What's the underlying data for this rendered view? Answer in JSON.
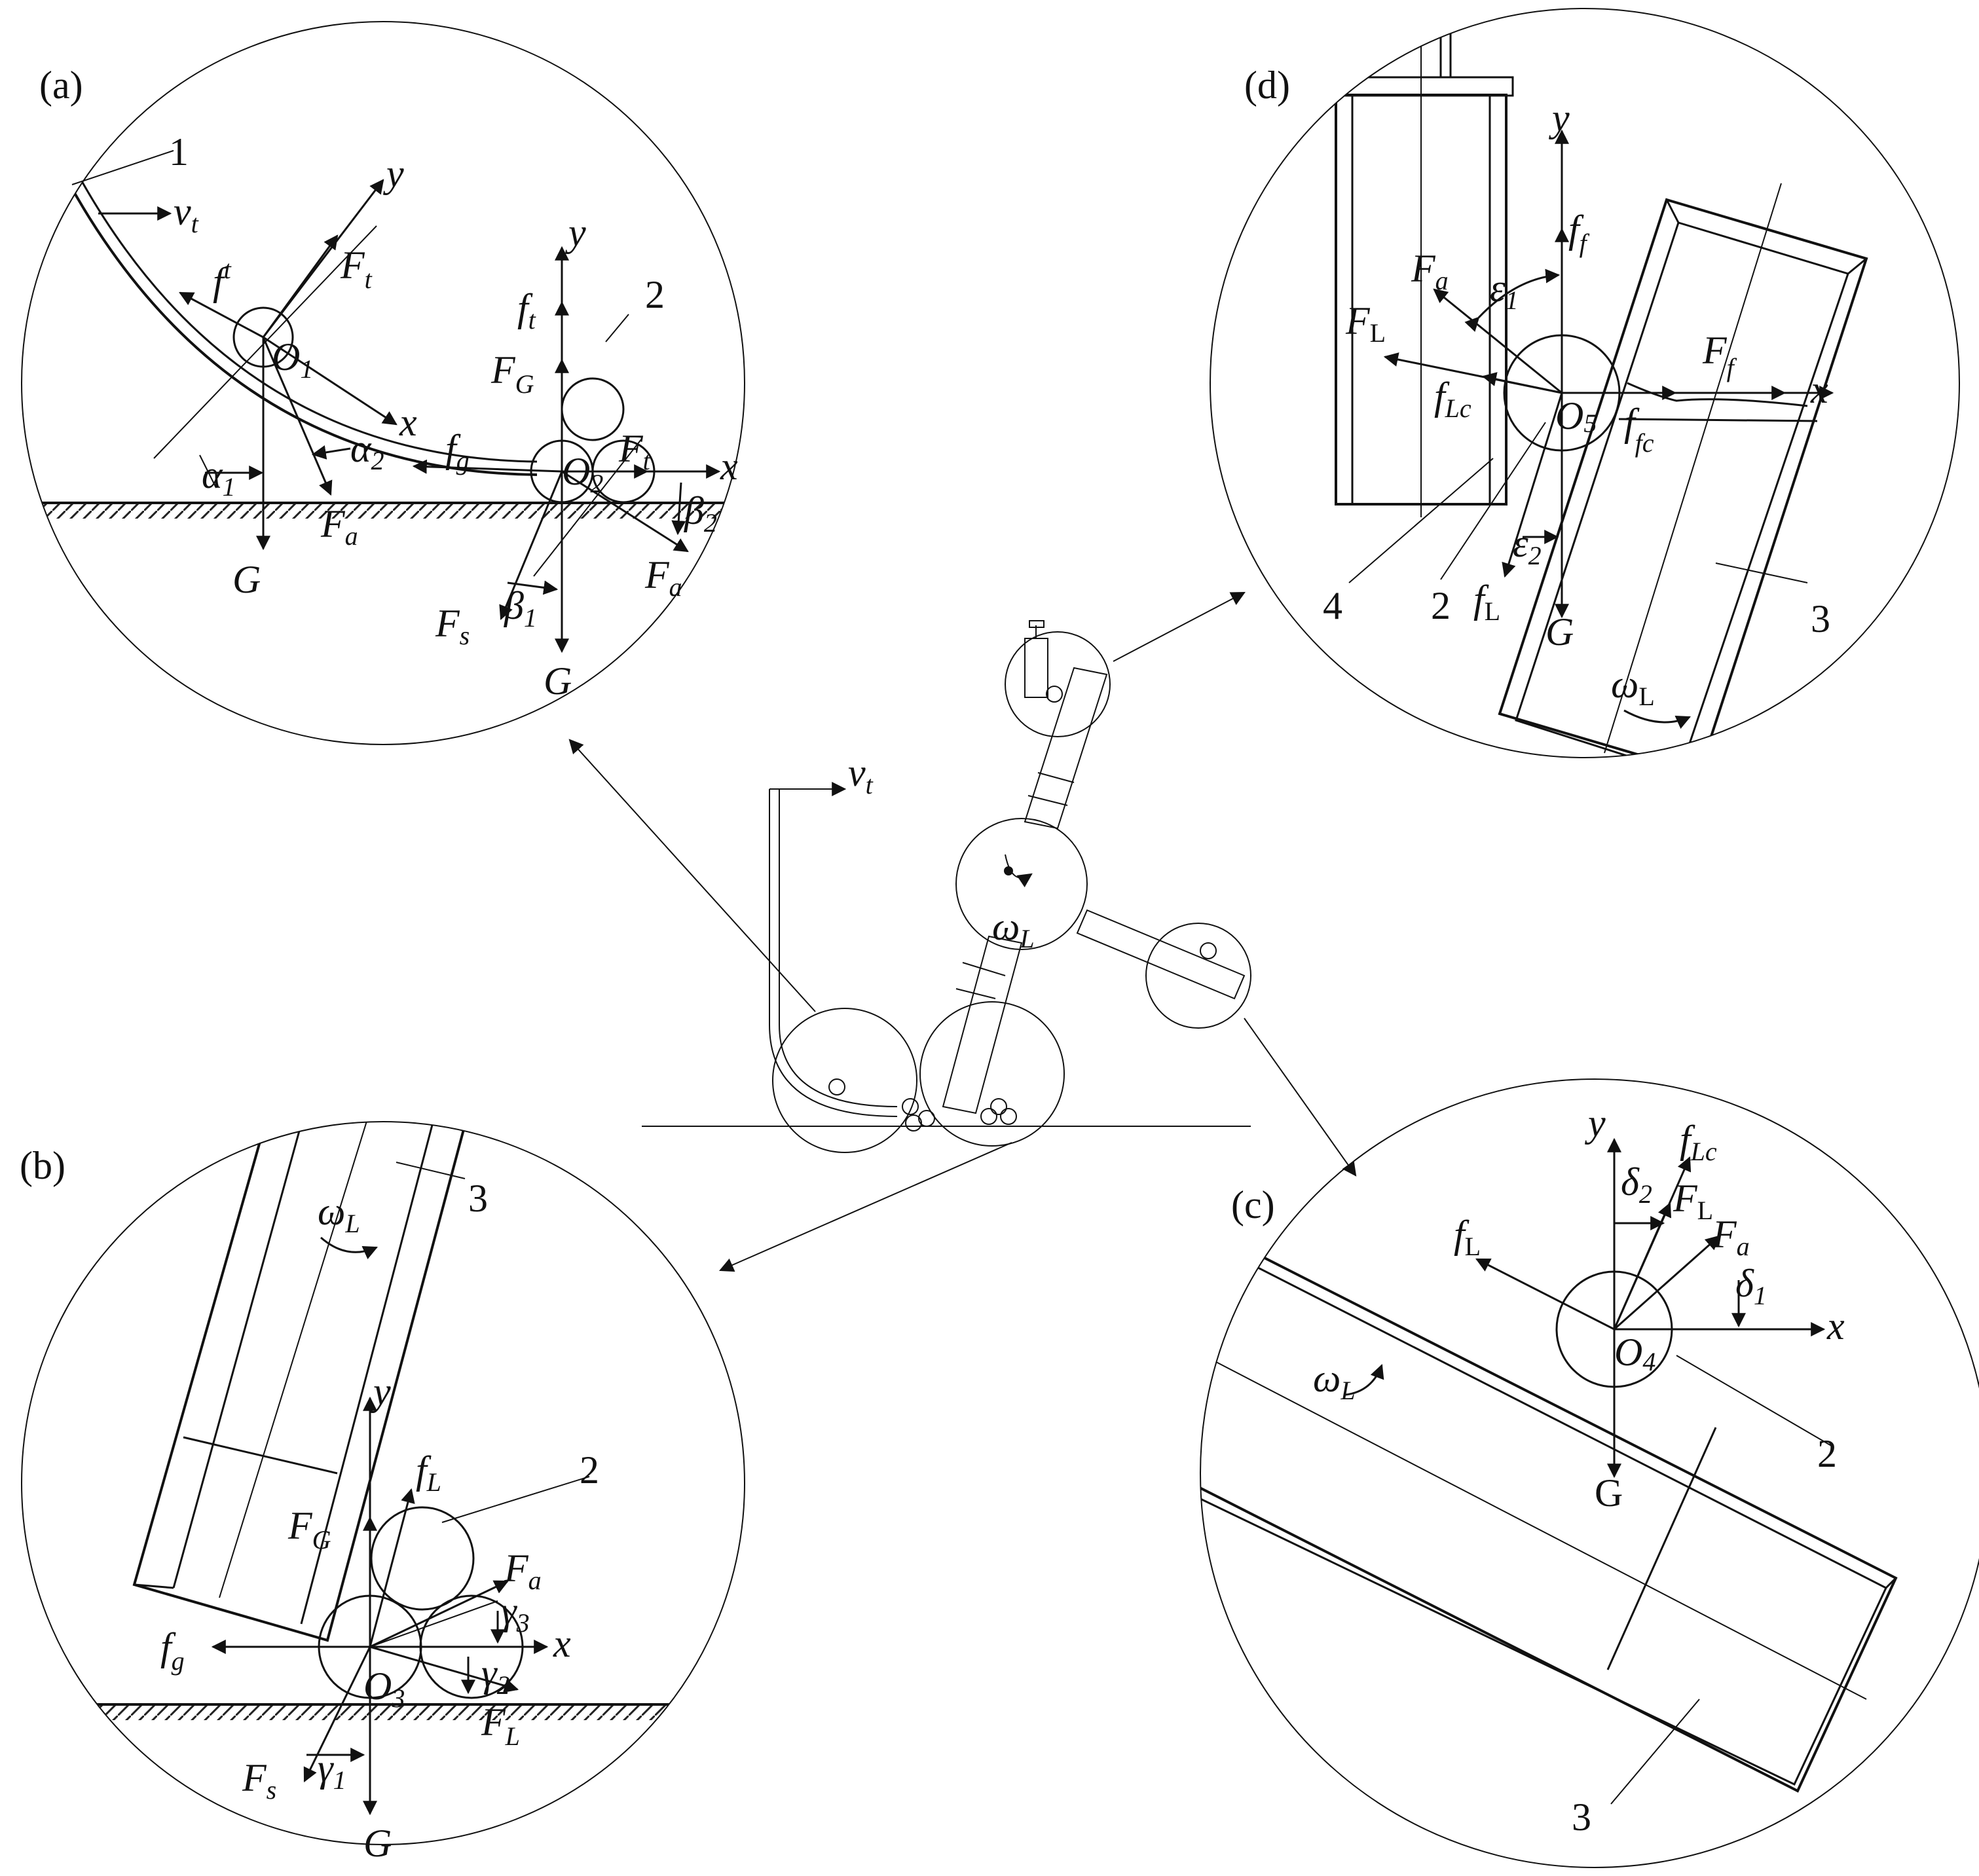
{
  "panels": {
    "a": {
      "label": "(a)",
      "parts": [
        "1",
        "2"
      ],
      "vt": [
        "v",
        "t"
      ],
      "axes": [
        "x",
        "y",
        "x",
        "y"
      ],
      "forces": {
        "Ft": [
          "F",
          "t"
        ],
        "ft": [
          "f",
          "t"
        ],
        "O1": [
          "O",
          "1"
        ],
        "alpha1": [
          "α",
          "1"
        ],
        "alpha2": [
          "α",
          "2"
        ],
        "Fa1": [
          "F",
          "a"
        ],
        "G1": "G",
        "fg": [
          "f",
          "g"
        ],
        "ft2": [
          "f",
          "t"
        ],
        "FG": [
          "F",
          "G"
        ],
        "O2": [
          "O",
          "2"
        ],
        "Ft2": [
          "F",
          "t"
        ],
        "beta2": [
          "β",
          "2"
        ],
        "Fa2": [
          "F",
          "a"
        ],
        "Fs": [
          "F",
          "s"
        ],
        "beta1": [
          "β",
          "1"
        ],
        "G2": "G"
      }
    },
    "b": {
      "label": "(b)",
      "parts": [
        "3",
        "2"
      ],
      "omega": [
        "ω",
        "L"
      ],
      "axes": [
        "x",
        "y"
      ],
      "forces": {
        "fL": [
          "f",
          "L"
        ],
        "FG": [
          "F",
          "G"
        ],
        "Fa": [
          "F",
          "a"
        ],
        "gamma3": [
          "γ",
          "3"
        ],
        "fg": [
          "f",
          "g"
        ],
        "O3": [
          "O",
          "3"
        ],
        "gamma2": [
          "γ",
          "2"
        ],
        "FL": [
          "F",
          "L"
        ],
        "Fs": [
          "F",
          "s"
        ],
        "gamma1": [
          "γ",
          "1"
        ],
        "G": "G"
      }
    },
    "c": {
      "label": "(c)",
      "parts": [
        "2",
        "3"
      ],
      "omega": [
        "ω",
        "L"
      ],
      "axes": [
        "x",
        "y"
      ],
      "forces": {
        "fLc": [
          "f",
          "Lc"
        ],
        "delta2": [
          "δ",
          "2"
        ],
        "FL": [
          "F",
          "L"
        ],
        "Fa": [
          "F",
          "a"
        ],
        "fL": [
          "f",
          "L"
        ],
        "delta1": [
          "δ",
          "1"
        ],
        "O4": [
          "O",
          "4"
        ],
        "G": "G"
      }
    },
    "d": {
      "label": "(d)",
      "parts": [
        "4",
        "2",
        "3"
      ],
      "omega": [
        "ω",
        "L"
      ],
      "axes": [
        "x",
        "y"
      ],
      "forces": {
        "ff": [
          "f",
          "f"
        ],
        "Fa": [
          "F",
          "a"
        ],
        "eps1": [
          "ε",
          "1"
        ],
        "FL": [
          "F",
          "L"
        ],
        "Ff": [
          "F",
          "f"
        ],
        "fLc": [
          "f",
          "Lc"
        ],
        "O5": [
          "O",
          "5"
        ],
        "ffc": [
          "f",
          "fc"
        ],
        "eps2": [
          "ε",
          "2"
        ],
        "fL": [
          "f",
          "L"
        ],
        "G": "G"
      }
    }
  },
  "center": {
    "vt": [
      "v",
      "t"
    ],
    "omega": [
      "ω",
      "L"
    ]
  }
}
